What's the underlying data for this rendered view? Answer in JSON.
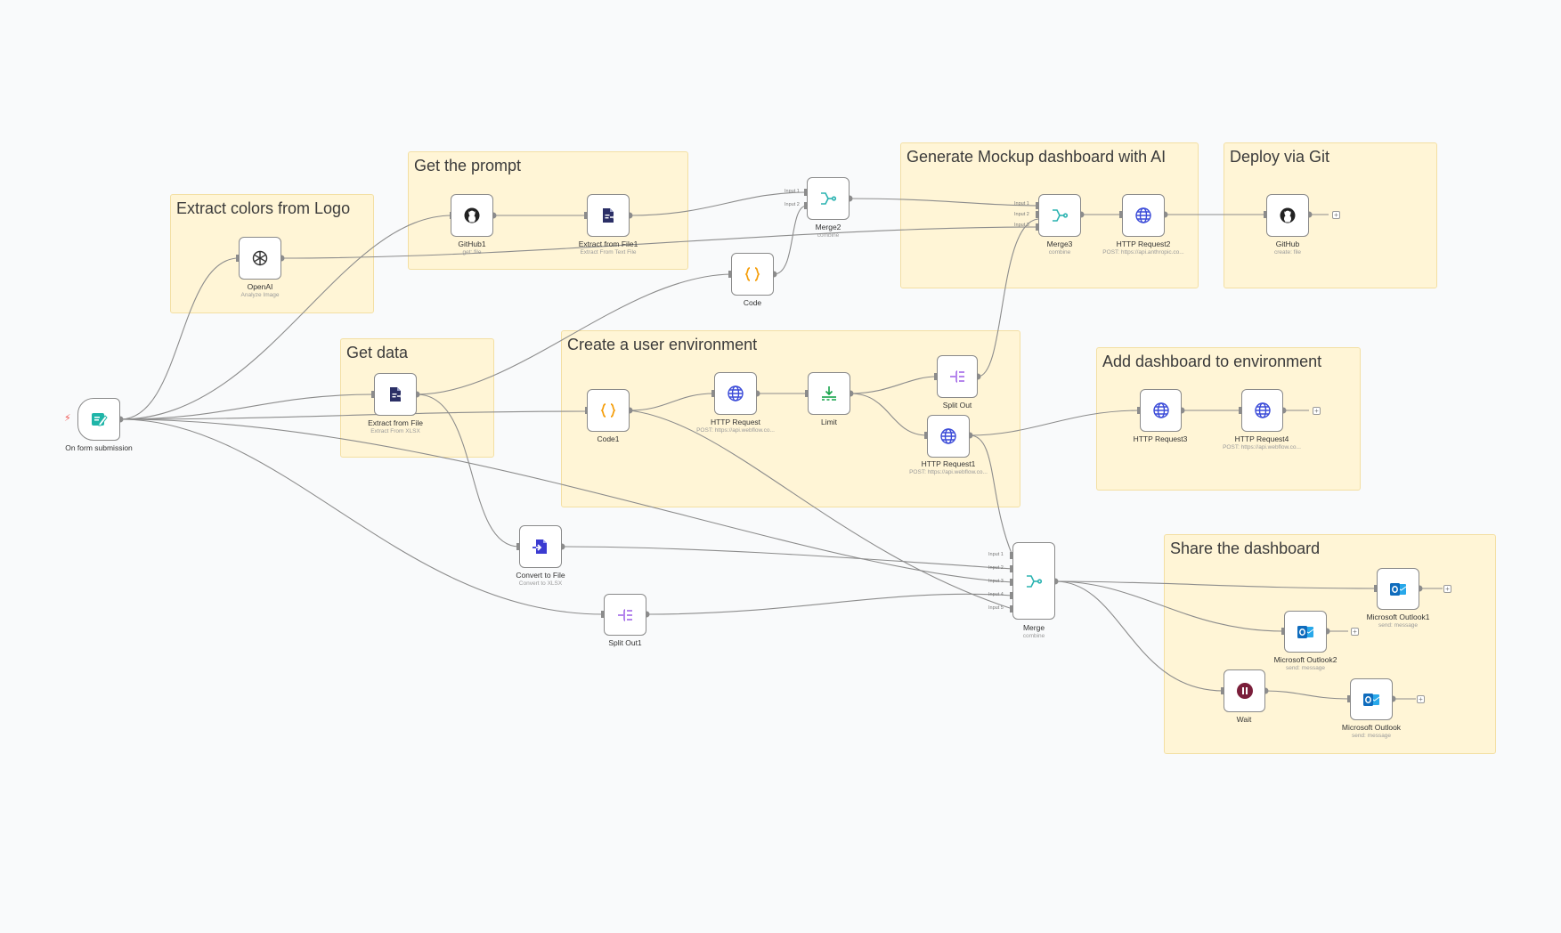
{
  "canvas": {
    "sticky_notes": [
      "Extract colors from Logo",
      "Get the prompt",
      "Generate Mockup dashboard with AI",
      "Deploy via Git",
      "Get data",
      "Create a user environment",
      "Add dashboard to environment",
      "Share the dashboard"
    ],
    "nodes": {
      "form_trigger": {
        "name": "On form submission",
        "icon": "form-edit-icon"
      },
      "openai": {
        "name": "OpenAI",
        "subtitle": "Analyze Image",
        "icon": "openai-icon"
      },
      "github1": {
        "name": "GitHub1",
        "subtitle": "get: file",
        "icon": "github-icon"
      },
      "extract_file1": {
        "name": "Extract from File1",
        "subtitle": "Extract From Text File",
        "icon": "file-extract-icon"
      },
      "merge2": {
        "name": "Merge2",
        "subtitle": "combine",
        "icon": "merge-icon",
        "inputs": [
          "Input 1",
          "Input 2"
        ]
      },
      "code": {
        "name": "Code",
        "icon": "code-braces-icon"
      },
      "merge3": {
        "name": "Merge3",
        "subtitle": "combine",
        "icon": "merge-icon",
        "inputs": [
          "Input 1",
          "Input 2",
          "Input 3"
        ]
      },
      "http_request2": {
        "name": "HTTP Request2",
        "subtitle": "POST: https://api.anthropic.co...",
        "icon": "globe-icon"
      },
      "github": {
        "name": "GitHub",
        "subtitle": "create: file",
        "icon": "github-icon"
      },
      "extract_file": {
        "name": "Extract from File",
        "subtitle": "Extract From XLSX",
        "icon": "file-extract-icon"
      },
      "code1": {
        "name": "Code1",
        "icon": "code-braces-icon"
      },
      "http_request": {
        "name": "HTTP Request",
        "subtitle": "POST: https://api.webflow.co...",
        "icon": "globe-icon"
      },
      "limit": {
        "name": "Limit",
        "icon": "limit-icon"
      },
      "split_out": {
        "name": "Split Out",
        "icon": "split-out-icon"
      },
      "http_request1": {
        "name": "HTTP Request1",
        "subtitle": "POST: https://api.webflow.co...",
        "icon": "globe-icon"
      },
      "http_request3": {
        "name": "HTTP Request3",
        "icon": "globe-icon"
      },
      "http_request4": {
        "name": "HTTP Request4",
        "subtitle": "POST: https://api.webflow.co...",
        "icon": "globe-icon"
      },
      "convert_file": {
        "name": "Convert to File",
        "subtitle": "Convert to XLSX",
        "icon": "convert-file-icon"
      },
      "split_out1": {
        "name": "Split Out1",
        "icon": "split-out-icon"
      },
      "merge": {
        "name": "Merge",
        "subtitle": "combine",
        "icon": "merge-icon",
        "inputs": [
          "Input 1",
          "Input 2",
          "Input 3",
          "Input 4",
          "Input 5"
        ]
      },
      "outlook1": {
        "name": "Microsoft Outlook1",
        "subtitle": "send: message",
        "icon": "outlook-icon"
      },
      "outlook2": {
        "name": "Microsoft Outlook2",
        "subtitle": "send: message",
        "icon": "outlook-icon"
      },
      "wait": {
        "name": "Wait",
        "icon": "pause-icon"
      },
      "outlook": {
        "name": "Microsoft Outlook",
        "subtitle": "send: message",
        "icon": "outlook-icon"
      }
    },
    "colors": {
      "sticky_bg": "#fff5d6",
      "edge": "#8c8c8c",
      "globe": "#3b4bd8",
      "code": "#f59e0b",
      "merge": "#2bb3b1",
      "split": "#9b5de5",
      "limit": "#16a34a",
      "outlook": "#0f6cbd",
      "wait": "#7a1e3a",
      "trigger": "#1fb5a8"
    }
  }
}
